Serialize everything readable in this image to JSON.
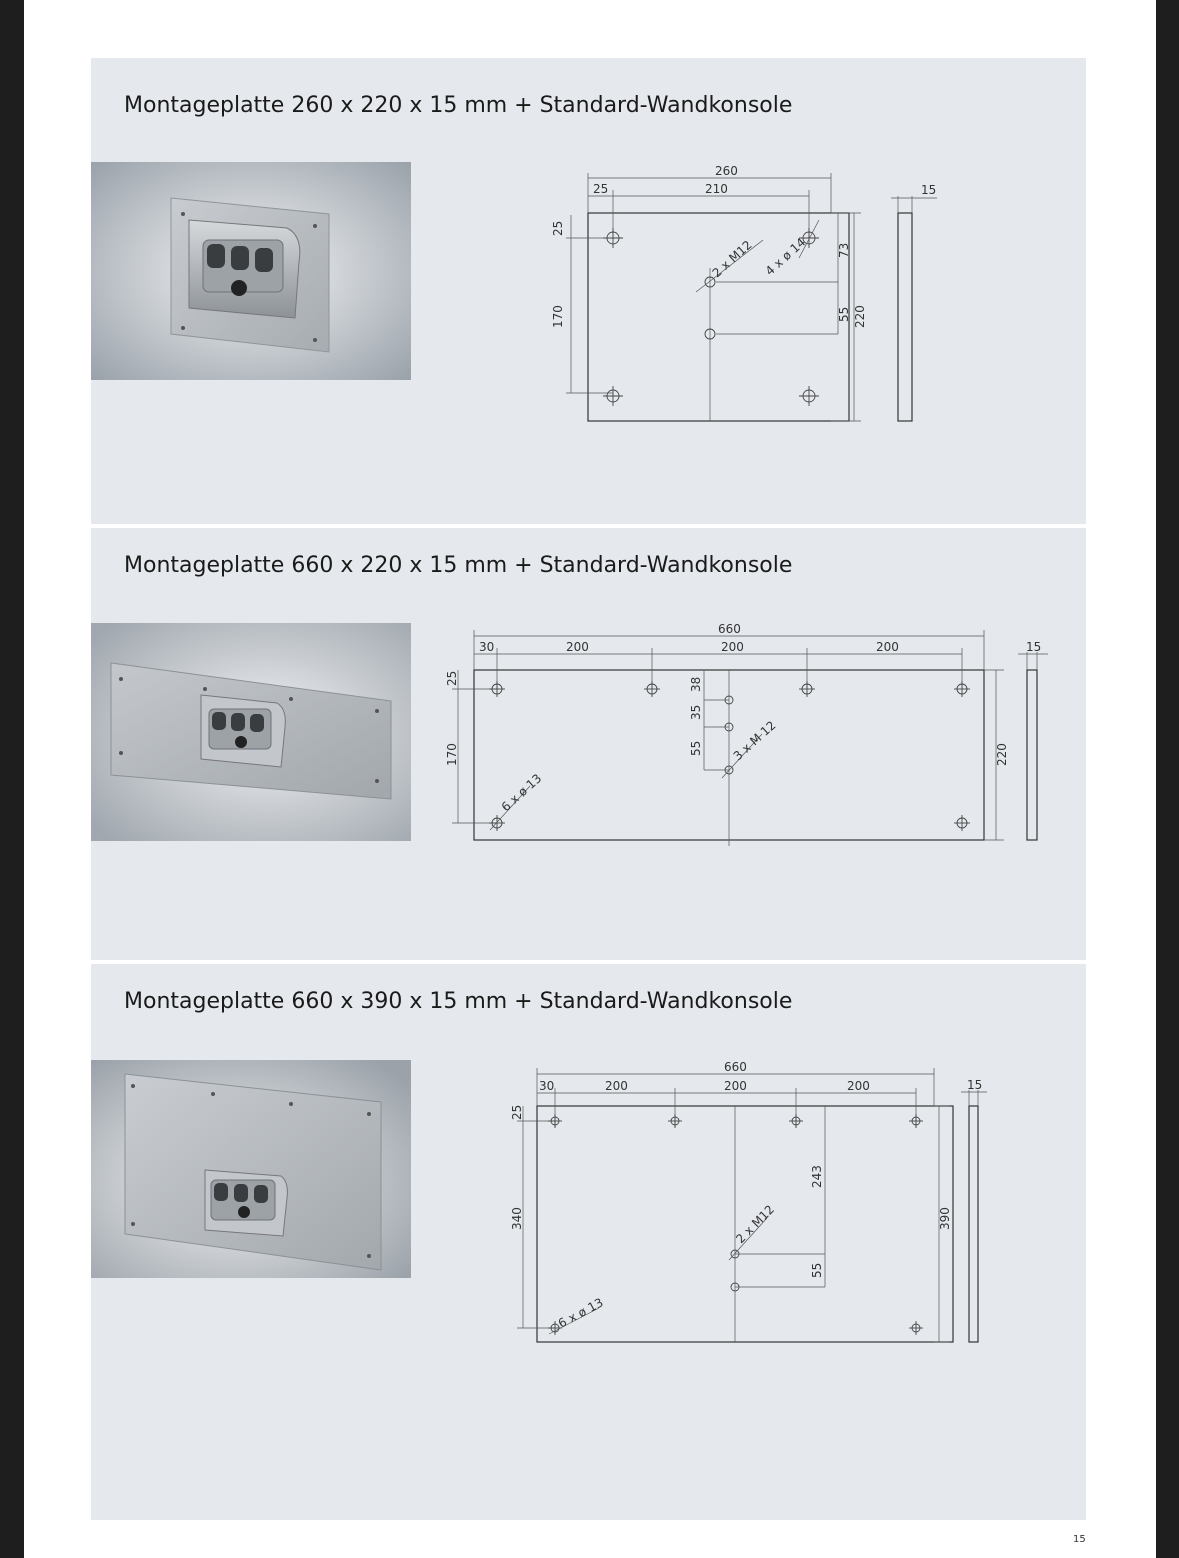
{
  "page_number": "15",
  "sections": [
    {
      "title": "Montageplatte 260 x 220 x 15 mm + Standard-Wandkonsole",
      "dims": {
        "total_width": "260",
        "inner_width": "210",
        "edge_left": "25",
        "edge_top": "25",
        "vertical_span": "170",
        "d_73": "73",
        "d_55": "55",
        "total_height": "220",
        "thickness": "15",
        "label_threads": "2 x M12",
        "label_holes": "4 x ø 14"
      }
    },
    {
      "title": "Montageplatte 660 x 220 x 15 mm + Standard-Wandkonsole",
      "dims": {
        "total_width": "660",
        "edge_left": "30",
        "spacing_1": "200",
        "spacing_2": "200",
        "spacing_3": "200",
        "edge_top": "25",
        "vertical_span": "170",
        "d_38": "38",
        "d_35": "35",
        "d_55": "55",
        "total_height": "220",
        "thickness": "15",
        "label_threads": "3 x M 12",
        "label_holes": "6 x ø 13"
      }
    },
    {
      "title": "Montageplatte 660 x 390 x 15 mm + Standard-Wandkonsole",
      "dims": {
        "total_width": "660",
        "edge_left": "30",
        "spacing_1": "200",
        "spacing_2": "200",
        "spacing_3": "200",
        "edge_top": "25",
        "vertical_span": "340",
        "d_243": "243",
        "d_55": "55",
        "total_height": "390",
        "thickness": "15",
        "label_threads": "2 x M12",
        "label_holes": "6 x ø 13"
      }
    }
  ]
}
